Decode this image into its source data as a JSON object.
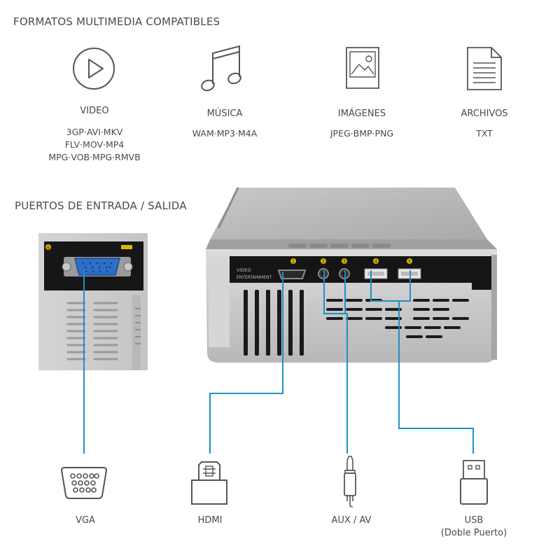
{
  "sections": {
    "formats_title": "FORMATOS MULTIMEDIA COMPATIBLES",
    "ports_title": "PUERTOS DE ENTRADA / SALIDA"
  },
  "formats": [
    {
      "icon": "play-circle-icon",
      "title": "VIDEO",
      "lines": [
        "3GP·AVI·MKV",
        "FLV·MOV·MP4",
        "MPG·VOB·MPG·RMVB"
      ]
    },
    {
      "icon": "music-note-icon",
      "title": "MÚSICA",
      "lines": [
        "WAM·MP3·M4A"
      ]
    },
    {
      "icon": "image-file-icon",
      "title": "IMÁGENES",
      "lines": [
        "JPEG·BMP·PNG"
      ]
    },
    {
      "icon": "text-file-icon",
      "title": "ARCHIVOS",
      "lines": [
        "TXT"
      ]
    }
  ],
  "ports": [
    {
      "icon": "vga-connector-icon",
      "label": "VGA",
      "sub": ""
    },
    {
      "icon": "hdmi-connector-icon",
      "label": "HDMI",
      "sub": ""
    },
    {
      "icon": "audio-jack-icon",
      "label": "AUX / AV",
      "sub": ""
    },
    {
      "icon": "usb-connector-icon",
      "label": "USB",
      "sub": "(Doble Puerto)"
    }
  ],
  "device": {
    "panel_text_1": "VIDEO",
    "panel_text_2": "ENTERTAINMENT",
    "port_numbers": [
      "1",
      "2",
      "3",
      "4",
      "5"
    ],
    "side_port_number": "6"
  },
  "colors": {
    "accent": "#1e90c8",
    "text": "#4a4a4a",
    "icon": "#555555",
    "device_silver": "#c8c8ca",
    "panel_black": "#1a1a1a"
  }
}
